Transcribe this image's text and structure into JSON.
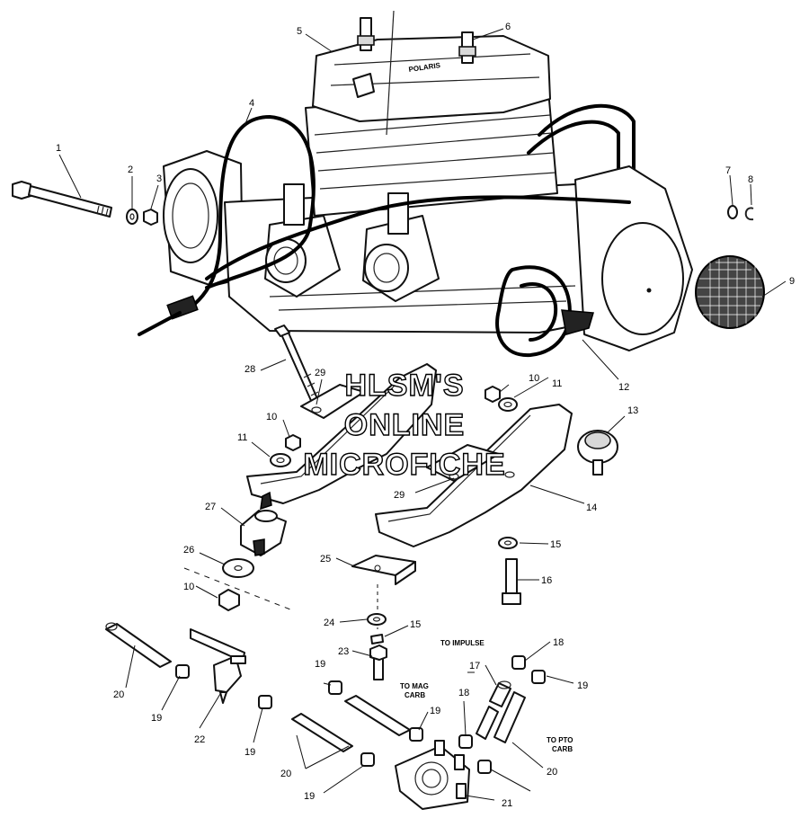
{
  "watermark": {
    "line1": "HLSM'S",
    "line2": "ONLINE",
    "line3": "MICROFICHE"
  },
  "notes": {
    "to_impulse": "TO IMPULSE",
    "to_mag_1": "TO MAG",
    "to_mag_2": "CARB",
    "to_pto_1": "TO PTO",
    "to_pto_2": "CARB"
  },
  "callouts": {
    "c1": "1",
    "c2": "2",
    "c3": "3",
    "c4": "4",
    "c5": "5",
    "c6": "6",
    "c7": "7",
    "c8": "8",
    "c9": "9",
    "c10a": "10",
    "c10b": "10",
    "c10c": "10",
    "c11a": "11",
    "c11b": "11",
    "c12": "12",
    "c13": "13",
    "c14": "14",
    "c15a": "15",
    "c15b": "15",
    "c16": "16",
    "c17": "17",
    "c18a": "18",
    "c18b": "18",
    "c19a": "19",
    "c19b": "19",
    "c19c": "19",
    "c19d": "19",
    "c19e": "19",
    "c19f": "19",
    "c20a": "20",
    "c20b": "20",
    "c20c": "20",
    "c21": "21",
    "c22": "22",
    "c23": "23",
    "c24": "24",
    "c25": "25",
    "c26": "26",
    "c27": "27",
    "c28": "28",
    "c29a": "29",
    "c29b": "29"
  }
}
